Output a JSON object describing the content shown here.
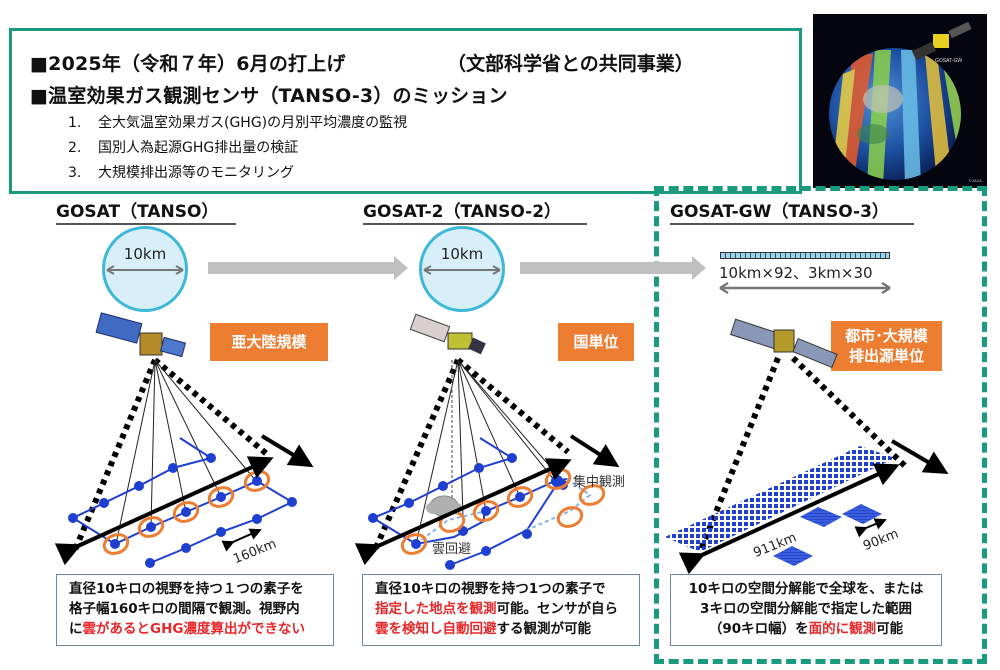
{
  "header": {
    "line1_left": "■2025年（令和７年）6月の打上げ",
    "line1_right": "（文部科学省との共同事業）",
    "line2": "■温室効果ガス観測センサ（TANSO-3）のミッション",
    "missions": [
      {
        "num": "1.",
        "text": "全大気温室効果ガス(GHG)の月別平均濃度の監視"
      },
      {
        "num": "2.",
        "text": "国別人為起源GHG排出量の検証"
      },
      {
        "num": "3.",
        "text": "大規模排出源等のモニタリング"
      }
    ]
  },
  "globe_image": {
    "satellite_label": "GOSAT-GW",
    "credit": "©JAXA"
  },
  "columns": [
    {
      "title": "GOSAT（TANSO）",
      "fov_label": "10km",
      "scale_tag": "亜大陸規模",
      "spacing_label": "160km",
      "description": [
        {
          "text": "直径10キロの視野を持つ１つの素子を",
          "red": false
        },
        {
          "text": "格子幅160キロの間隔で観測。視野内",
          "red": false
        },
        {
          "text": "に",
          "red": false
        },
        {
          "text": "雲があるとGHG濃度算出ができない",
          "red": true
        }
      ]
    },
    {
      "title": "GOSAT-2（TANSO-2）",
      "fov_label": "10km",
      "scale_tag": "国単位",
      "cloud_avoid_label": "雲回避",
      "focus_label": "集中観測",
      "description": [
        {
          "text": "直径10キロの視野を持つ1つの素子で",
          "red": false
        },
        {
          "text": "指定した地点を観測",
          "red": true
        },
        {
          "text": "可能。センサが自ら",
          "red": false
        },
        {
          "text": "雲を検知し自動回避",
          "red": true
        },
        {
          "text": "する観測が可能",
          "red": false
        }
      ]
    },
    {
      "title": "GOSAT-GW（TANSO-3）",
      "swath_label": "10km×92、3km×30",
      "scale_tag_line1": "都市･大規模",
      "scale_tag_line2": "排出源単位",
      "swath_width_label": "911km",
      "target_width_label": "90km",
      "description": [
        {
          "text": "10キロの空間分解能で全球を、または",
          "red": false
        },
        {
          "text": "3キロの空間分解能で指定した範囲",
          "red": false
        },
        {
          "text": "（90キロ幅）を",
          "red": false
        },
        {
          "text": "面的に観測",
          "red": true
        },
        {
          "text": "可能",
          "red": false
        }
      ]
    }
  ],
  "colors": {
    "frame_green": "#1a9a7e",
    "tag_orange": "#ed7d31",
    "fov_blue": "#3db8d8",
    "highlight_red": "#e8272a",
    "point_blue": "#1f3fd1"
  }
}
